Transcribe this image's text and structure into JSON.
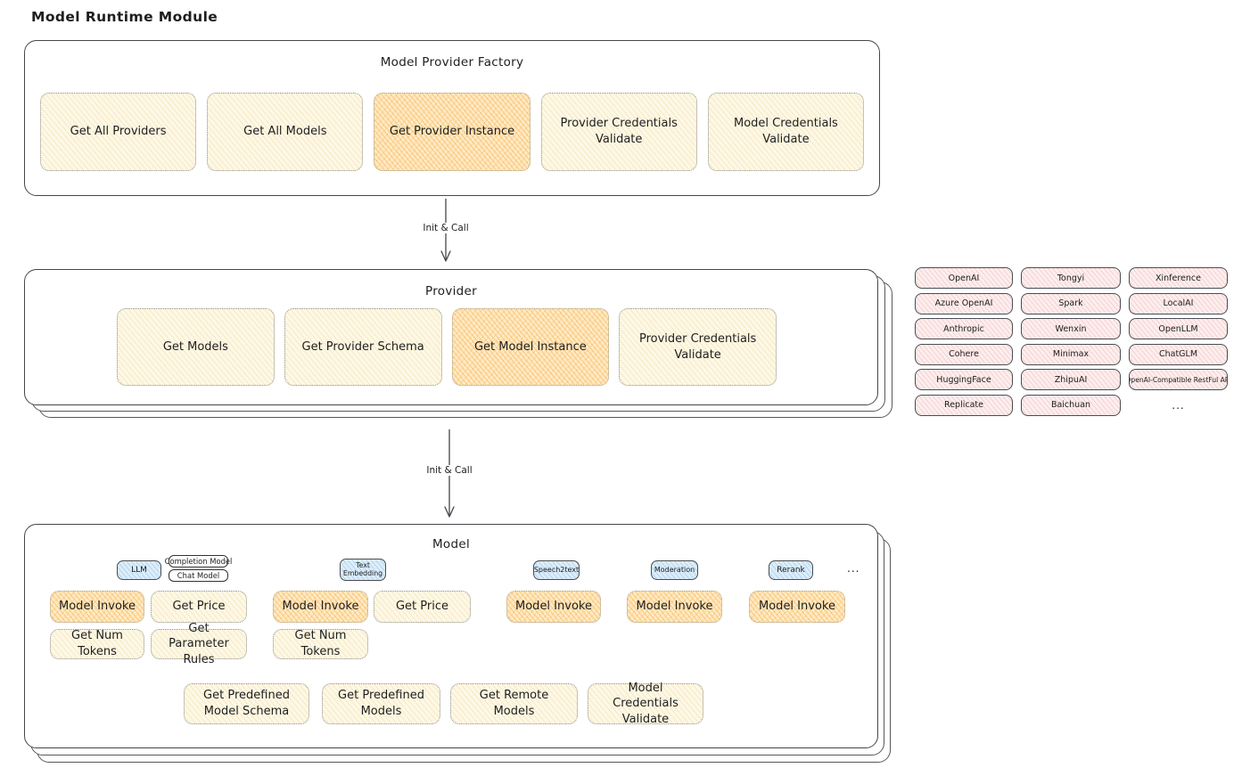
{
  "page": {
    "title": "Model Runtime Module"
  },
  "palette": {
    "box_border": "#43464b",
    "button_yellow": "#fdf8e6",
    "button_highlight_orange": "#ffeac4",
    "provider_pill_pink": "#fdeeee",
    "tab_blue": "#dcedfa"
  },
  "arrows": {
    "init_call": "Init & Call"
  },
  "factory": {
    "title": "Model Provider Factory",
    "buttons": [
      {
        "label": "Get All Providers",
        "highlighted": false
      },
      {
        "label": "Get All Models",
        "highlighted": false
      },
      {
        "label": "Get Provider Instance",
        "highlighted": true
      },
      {
        "label": "Provider Credentials Validate",
        "highlighted": false
      },
      {
        "label": "Model Credentials Validate",
        "highlighted": false
      }
    ]
  },
  "provider": {
    "title": "Provider",
    "buttons": [
      {
        "label": "Get Models",
        "highlighted": false
      },
      {
        "label": "Get Provider Schema",
        "highlighted": false
      },
      {
        "label": "Get Model Instance",
        "highlighted": true
      },
      {
        "label": "Provider Credentials Validate",
        "highlighted": false
      }
    ]
  },
  "providers": {
    "columns": [
      [
        "OpenAI",
        "Azure OpenAI",
        "Anthropic",
        "Cohere",
        "HuggingFace",
        "Replicate"
      ],
      [
        "Tongyi",
        "Spark",
        "Wenxin",
        "Minimax",
        "ZhipuAI",
        "Baichuan"
      ],
      [
        "Xinference",
        "LocalAI",
        "OpenLLM",
        "ChatGLM",
        "OpenAI-Compatible RestFul API"
      ]
    ],
    "more": "..."
  },
  "model": {
    "title": "Model",
    "tabs": {
      "llm": "LLM",
      "completion_model": "Completion Model",
      "chat_model": "Chat Model",
      "text_embedding": "Text Embedding",
      "speech2text": "Speech2text",
      "moderation": "Moderation",
      "rerank": "Rerank",
      "more": "..."
    },
    "actions": {
      "model_invoke": "Model Invoke",
      "get_price": "Get Price",
      "get_num_tokens": "Get Num Tokens",
      "get_parameter_rules": "Get Parameter Rules"
    },
    "shared_actions": [
      "Get Predefined Model Schema",
      "Get Predefined Models",
      "Get Remote Models",
      "Model Credentials Validate"
    ]
  }
}
